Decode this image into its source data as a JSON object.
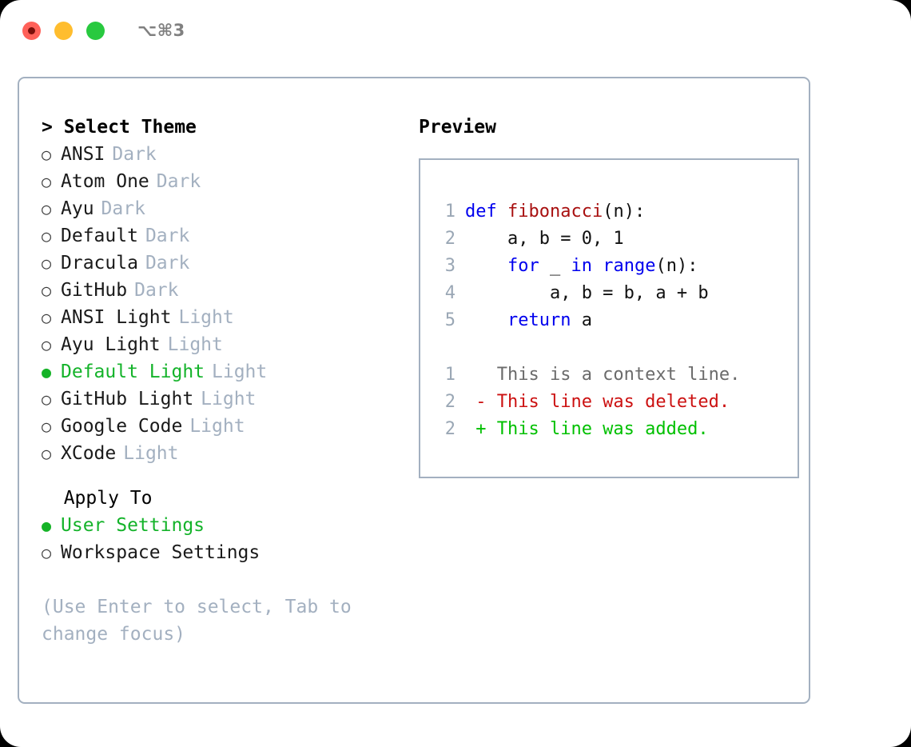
{
  "window": {
    "shortcut": "⌥⌘3",
    "traffic_lights": [
      {
        "name": "close",
        "color": "#ff6159"
      },
      {
        "name": "minimize",
        "color": "#ffbd2e"
      },
      {
        "name": "maximize",
        "color": "#28c93f"
      }
    ]
  },
  "theme_picker": {
    "prompt_prefix": ">",
    "title": "Select Theme",
    "marker_unselected": "○",
    "marker_selected": "●",
    "selected_color": "#14b32a",
    "tag_color": "#a3b0c0",
    "items": [
      {
        "label": "ANSI",
        "tag": "Dark",
        "selected": false
      },
      {
        "label": "Atom One",
        "tag": "Dark",
        "selected": false
      },
      {
        "label": "Ayu",
        "tag": "Dark",
        "selected": false
      },
      {
        "label": "Default",
        "tag": "Dark",
        "selected": false
      },
      {
        "label": "Dracula",
        "tag": "Dark",
        "selected": false
      },
      {
        "label": "GitHub",
        "tag": "Dark",
        "selected": false
      },
      {
        "label": "ANSI Light",
        "tag": "Light",
        "selected": false
      },
      {
        "label": "Ayu Light",
        "tag": "Light",
        "selected": false
      },
      {
        "label": "Default Light",
        "tag": "Light",
        "selected": true
      },
      {
        "label": "GitHub Light",
        "tag": "Light",
        "selected": false
      },
      {
        "label": "Google Code",
        "tag": "Light",
        "selected": false
      },
      {
        "label": "XCode",
        "tag": "Light",
        "selected": false
      }
    ]
  },
  "apply_to": {
    "title": "Apply To",
    "items": [
      {
        "label": "User Settings",
        "selected": true
      },
      {
        "label": "Workspace Settings",
        "selected": false
      }
    ]
  },
  "hint": "(Use Enter to select, Tab to change focus)",
  "preview": {
    "title": "Preview",
    "code": [
      {
        "lineno": "1",
        "tokens": [
          {
            "text": "def ",
            "kind": "kw"
          },
          {
            "text": "fibonacci",
            "kind": "fn"
          },
          {
            "text": "(n):",
            "kind": "plain"
          }
        ]
      },
      {
        "lineno": "2",
        "tokens": [
          {
            "text": "    a, b = 0, 1",
            "kind": "plain"
          }
        ]
      },
      {
        "lineno": "3",
        "tokens": [
          {
            "text": "    ",
            "kind": "plain"
          },
          {
            "text": "for",
            "kind": "kw"
          },
          {
            "text": " _ ",
            "kind": "plain"
          },
          {
            "text": "in",
            "kind": "kw"
          },
          {
            "text": " ",
            "kind": "plain"
          },
          {
            "text": "range",
            "kind": "kw"
          },
          {
            "text": "(n):",
            "kind": "plain"
          }
        ]
      },
      {
        "lineno": "4",
        "tokens": [
          {
            "text": "        a, b = b, a + b",
            "kind": "plain"
          }
        ]
      },
      {
        "lineno": "5",
        "tokens": [
          {
            "text": "    ",
            "kind": "plain"
          },
          {
            "text": "return",
            "kind": "kw"
          },
          {
            "text": " a",
            "kind": "plain"
          }
        ]
      }
    ],
    "diff": [
      {
        "lineno": "1",
        "sign": " ",
        "text": "This is a context line.",
        "kind": "ctx"
      },
      {
        "lineno": "2",
        "sign": "-",
        "text": "This line was deleted.",
        "kind": "del"
      },
      {
        "lineno": "2",
        "sign": "+",
        "text": "This line was added.",
        "kind": "add"
      }
    ],
    "colors": {
      "keyword": "#0000ee",
      "function": "#a81010",
      "lineno": "#9aa7b5",
      "context": "#6b6b6b",
      "deleted": "#cc1111",
      "added": "#00c000"
    }
  }
}
